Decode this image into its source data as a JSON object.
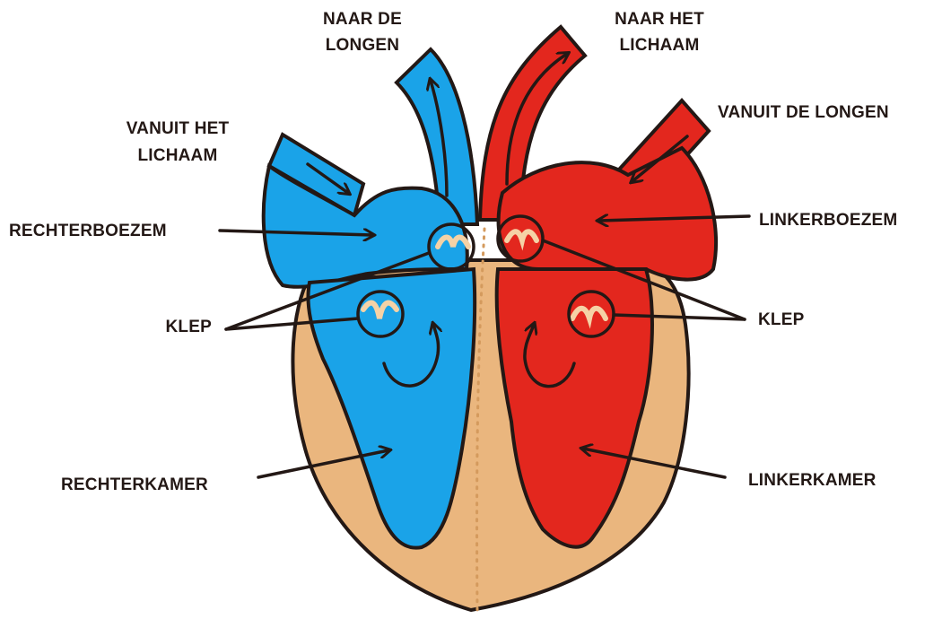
{
  "colors": {
    "deoxygenated": "#1aa3e8",
    "oxygenated": "#e3271e",
    "tissue": "#eab67e",
    "tissue_light": "#f5d2a6",
    "outline": "#231815",
    "background": "#ffffff"
  },
  "labels": {
    "to_lungs": [
      "NAAR DE",
      "LONGEN"
    ],
    "to_body": [
      "NAAR HET",
      "LICHAAM"
    ],
    "from_body": [
      "VANUIT HET",
      "LICHAAM"
    ],
    "from_lungs": "VANUIT DE LONGEN",
    "right_atrium": "RECHTERBOEZEM",
    "left_atrium": "LINKERBOEZEM",
    "valve_left_side": "KLEP",
    "valve_right_side": "KLEP",
    "right_ventricle": "RECHTERKAMER",
    "left_ventricle": "LINKERKAMER"
  }
}
